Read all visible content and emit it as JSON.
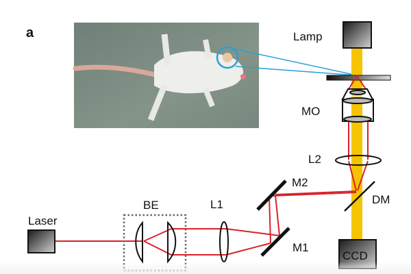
{
  "panel_label": "a",
  "labels": {
    "lamp": "Lamp",
    "mo": "MO",
    "l2": "L2",
    "m2": "M2",
    "dm": "DM",
    "m1": "M1",
    "ccd": "CCD",
    "laser": "Laser",
    "be": "BE",
    "l1": "L1"
  },
  "colors": {
    "laser_beam": "#d8222a",
    "lamp_beam": "#f5c400",
    "zoom_lines": "#2a9fd8",
    "photo_bg": "#7d8c83"
  }
}
